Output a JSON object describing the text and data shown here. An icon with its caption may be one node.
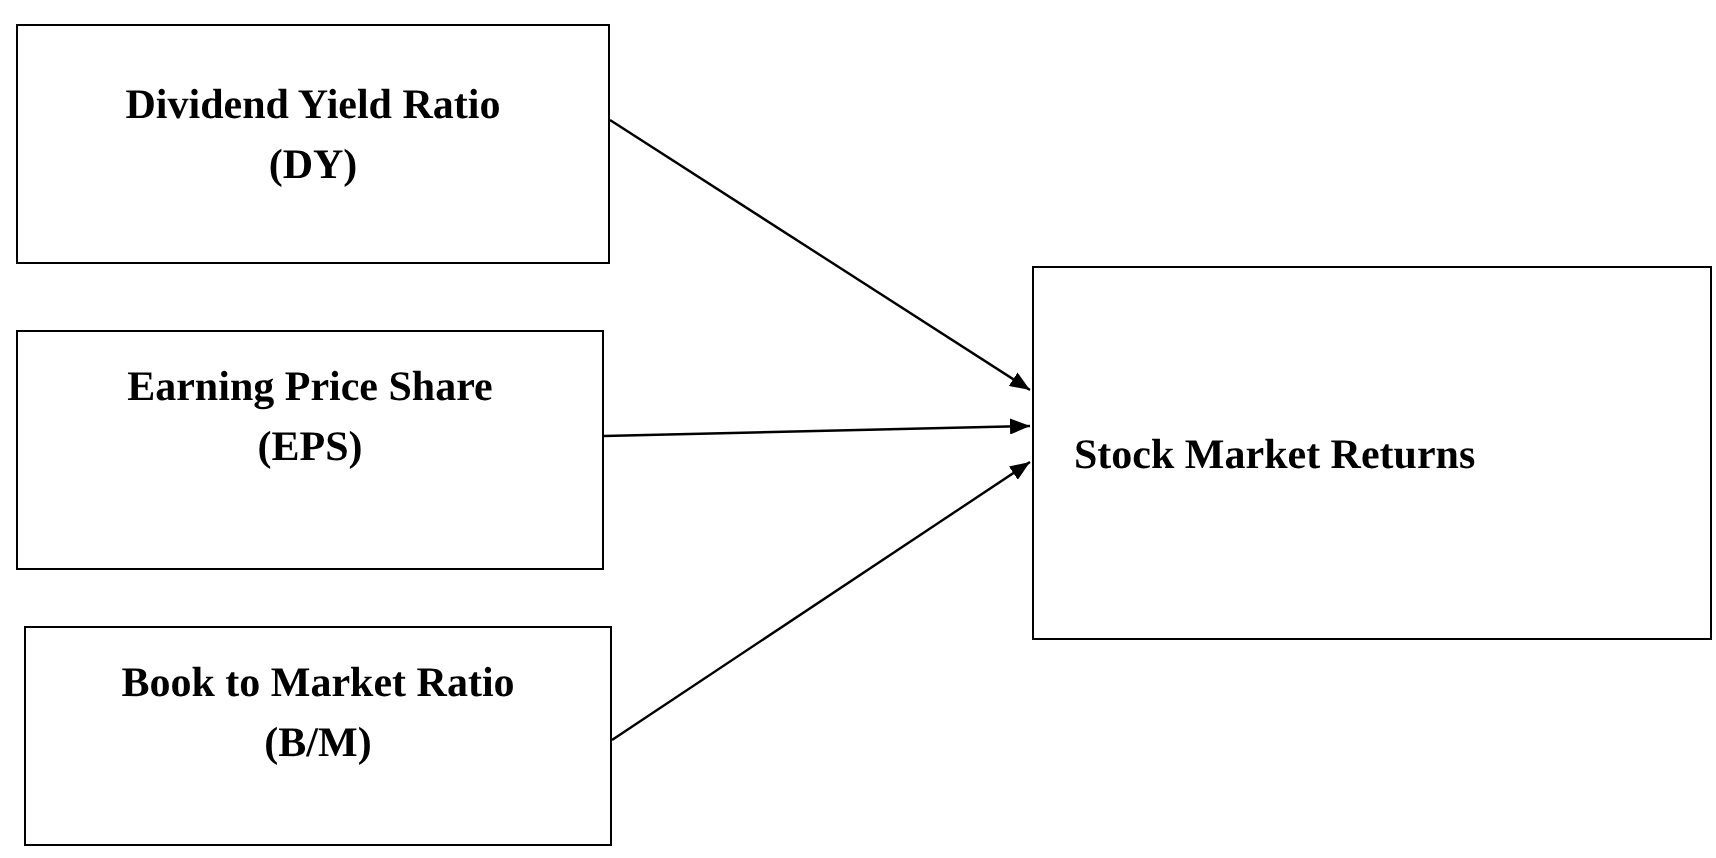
{
  "diagram": {
    "nodes": [
      {
        "text": [
          "Dividend Yield Ratio (DY)"
        ]
      },
      {
        "text": [
          "Earning Price Share (EPS)"
        ]
      },
      {
        "text": [
          "Book to Market Ratio (B/M)"
        ]
      },
      {
        "text": [
          "Stock Market Returns"
        ]
      }
    ],
    "edges": [
      {
        "from": 0,
        "to": 3,
        "arrow": "to"
      },
      {
        "from": 1,
        "to": 3,
        "arrow": "to"
      },
      {
        "from": 2,
        "to": 3,
        "arrow": "to"
      }
    ]
  }
}
